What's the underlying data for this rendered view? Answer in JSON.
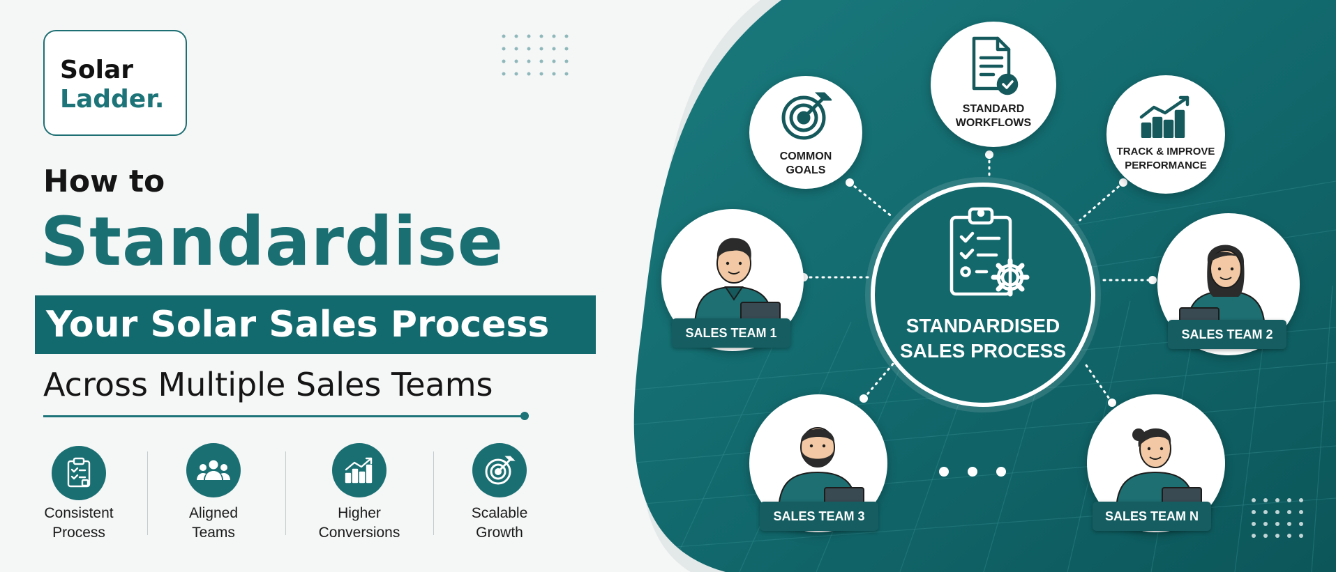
{
  "brand": {
    "logo_line1": "Solar",
    "logo_line2": "Ladder."
  },
  "headline": {
    "line1": "How to",
    "line2": "Standardise",
    "line3": "Your Solar Sales Process",
    "line4": "Across Multiple Sales Teams"
  },
  "benefits": [
    {
      "line1": "Consistent",
      "line2": "Process",
      "icon": "clipboard-checklist-icon"
    },
    {
      "line1": "Aligned",
      "line2": "Teams",
      "icon": "team-group-icon"
    },
    {
      "line1": "Higher",
      "line2": "Conversions",
      "icon": "growth-chart-icon"
    },
    {
      "line1": "Scalable",
      "line2": "Growth",
      "icon": "target-icon"
    }
  ],
  "center": {
    "line1": "STANDARDISED",
    "line2": "SALES PROCESS",
    "icon": "clipboard-gear-icon"
  },
  "principles": [
    {
      "line1": "COMMON",
      "line2": "GOALS",
      "icon": "target-arrow-icon"
    },
    {
      "line1": "STANDARD",
      "line2": "WORKFLOWS",
      "icon": "document-check-icon"
    },
    {
      "line1": "TRACK & IMPROVE",
      "line2": "PERFORMANCE",
      "icon": "bar-chart-arrow-icon"
    }
  ],
  "teams": [
    {
      "label": "SALES TEAM 1"
    },
    {
      "label": "SALES TEAM 2"
    },
    {
      "label": "SALES TEAM 3"
    },
    {
      "label": "SALES TEAM N"
    }
  ],
  "colors": {
    "teal_dark": "#0f5f63",
    "teal": "#1a6f72",
    "background": "#f5f6f6",
    "text_dark": "#151515",
    "white": "#ffffff"
  }
}
